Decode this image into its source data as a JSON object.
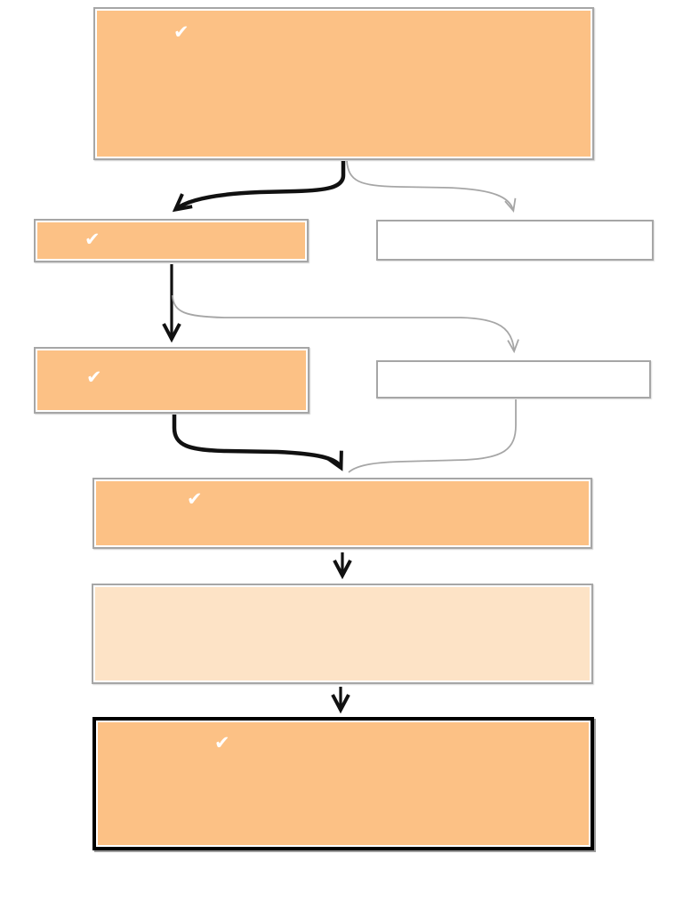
{
  "diagram": {
    "type": "flowchart",
    "icons": {
      "check": "✔"
    },
    "colors": {
      "box_fill": "#fcc185",
      "box_fill_light": "#fde3c6",
      "empty_box_fill": "#ffffff",
      "box_border_gray": "#a6a6a6",
      "box_border_black": "#000000",
      "arrow_black": "#111111",
      "arrow_gray": "#a6a6a6",
      "check_color": "#ffffff",
      "page_bg": "#ffffff"
    },
    "nodes": [
      {
        "id": "step-1",
        "row": 1,
        "variant": "completed",
        "checked": true
      },
      {
        "id": "step-2",
        "row": 2,
        "variant": "completed",
        "checked": true
      },
      {
        "id": "step-2-alt",
        "row": 2,
        "variant": "empty",
        "checked": false
      },
      {
        "id": "step-3",
        "row": 3,
        "variant": "completed",
        "checked": true
      },
      {
        "id": "step-3-alt",
        "row": 3,
        "variant": "empty",
        "checked": false
      },
      {
        "id": "step-4",
        "row": 4,
        "variant": "completed",
        "checked": true
      },
      {
        "id": "step-5",
        "row": 5,
        "variant": "pending",
        "checked": false
      },
      {
        "id": "step-6",
        "row": 6,
        "variant": "current",
        "checked": true
      }
    ],
    "connectors": [
      {
        "from": "step-1",
        "to": "step-2",
        "style": "black",
        "shape": "curved"
      },
      {
        "from": "step-1",
        "to": "step-2-alt",
        "style": "gray",
        "shape": "curved"
      },
      {
        "from": "step-2",
        "to": "step-3",
        "style": "black",
        "shape": "straight"
      },
      {
        "from": "step-2",
        "to": "step-3-alt",
        "style": "gray",
        "shape": "curved"
      },
      {
        "from": "step-3",
        "to": "step-4",
        "style": "black",
        "shape": "curved"
      },
      {
        "from": "step-3-alt",
        "to": "step-4",
        "style": "gray",
        "shape": "curved"
      },
      {
        "from": "step-4",
        "to": "step-5",
        "style": "black",
        "shape": "straight"
      },
      {
        "from": "step-5",
        "to": "step-6",
        "style": "black",
        "shape": "straight"
      }
    ]
  }
}
